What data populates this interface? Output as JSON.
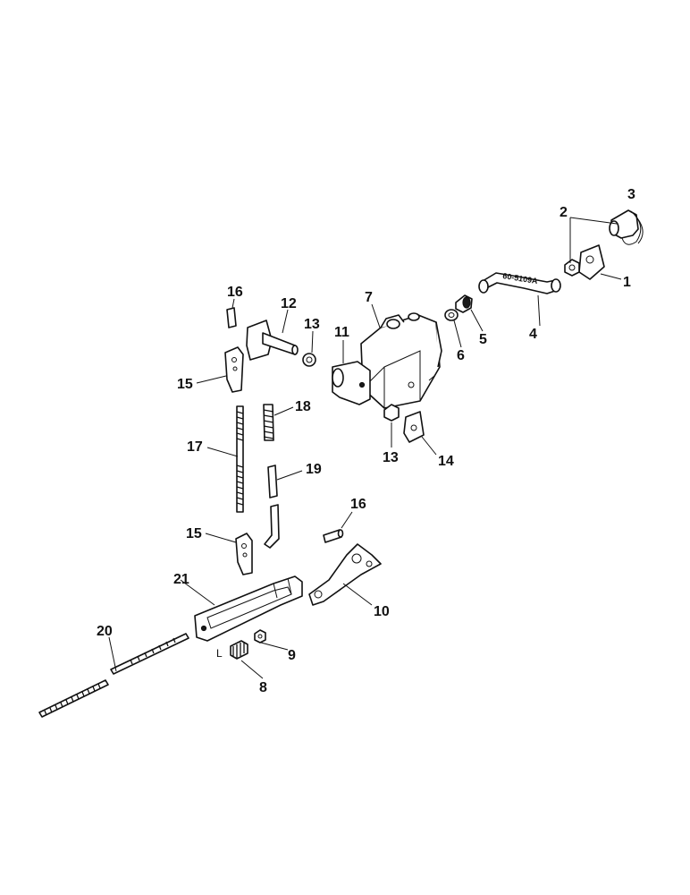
{
  "diagram": {
    "labels": [
      "1",
      "2",
      "3",
      "4",
      "5",
      "6",
      "7",
      "8",
      "9",
      "10",
      "11",
      "12",
      "13",
      "13",
      "14",
      "15",
      "15",
      "16",
      "16",
      "17",
      "18",
      "19",
      "20",
      "21"
    ],
    "part_number": "60-5109A",
    "marker": "L"
  }
}
